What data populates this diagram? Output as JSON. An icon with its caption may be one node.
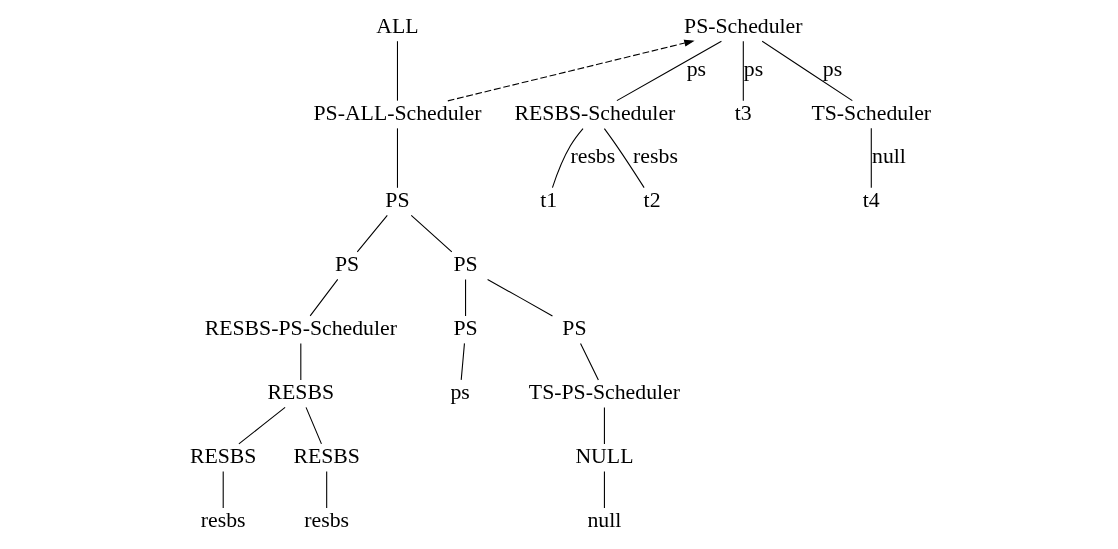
{
  "diagram": {
    "nodes": [
      {
        "text": [
          "ALL"
        ]
      },
      {
        "text": [
          "PS-ALL-Scheduler"
        ]
      },
      {
        "text": [
          "PS"
        ]
      },
      {
        "text": [
          "PS"
        ]
      },
      {
        "text": [
          "PS"
        ]
      },
      {
        "text": [
          "RESBS-PS-Scheduler"
        ]
      },
      {
        "text": [
          "PS"
        ]
      },
      {
        "text": [
          "PS"
        ]
      },
      {
        "text": [
          "RESBS"
        ]
      },
      {
        "text": [
          "ps"
        ]
      },
      {
        "text": [
          "TS-PS-Scheduler"
        ]
      },
      {
        "text": [
          "RESBS"
        ]
      },
      {
        "text": [
          "RESBS"
        ]
      },
      {
        "text": [
          "NULL"
        ]
      },
      {
        "text": [
          "resbs"
        ]
      },
      {
        "text": [
          "resbs"
        ]
      },
      {
        "text": [
          "null"
        ]
      },
      {
        "text": [
          "PS-Scheduler"
        ]
      },
      {
        "text": [
          "RESBS-Scheduler"
        ]
      },
      {
        "text": [
          "t3"
        ]
      },
      {
        "text": [
          "TS-Scheduler"
        ]
      },
      {
        "text": [
          "t1"
        ]
      },
      {
        "text": [
          "t2"
        ]
      },
      {
        "text": [
          "t4"
        ]
      }
    ],
    "edges": [
      {
        "from": 0,
        "to": 1,
        "arrow": "none"
      },
      {
        "from": 1,
        "to": 2,
        "arrow": "none"
      },
      {
        "from": 2,
        "to": 3,
        "arrow": "none"
      },
      {
        "from": 2,
        "to": 4,
        "arrow": "none"
      },
      {
        "from": 3,
        "to": 5,
        "arrow": "none"
      },
      {
        "from": 4,
        "to": 6,
        "arrow": "none"
      },
      {
        "from": 4,
        "to": 7,
        "arrow": "none"
      },
      {
        "from": 5,
        "to": 8,
        "arrow": "none"
      },
      {
        "from": 6,
        "to": 9,
        "arrow": "none"
      },
      {
        "from": 7,
        "to": 10,
        "arrow": "none"
      },
      {
        "from": 8,
        "to": 11,
        "arrow": "none"
      },
      {
        "from": 8,
        "to": 12,
        "arrow": "none"
      },
      {
        "from": 10,
        "to": 13,
        "arrow": "none"
      },
      {
        "from": 11,
        "to": 14,
        "arrow": "none"
      },
      {
        "from": 12,
        "to": 15,
        "arrow": "none"
      },
      {
        "from": 13,
        "to": 16,
        "arrow": "none"
      },
      {
        "from": 1,
        "to": 17,
        "arrow": "to",
        "style": "dashed"
      },
      {
        "from": 17,
        "to": 18,
        "arrow": "none",
        "label": "ps"
      },
      {
        "from": 17,
        "to": 19,
        "arrow": "none",
        "label": "ps"
      },
      {
        "from": 17,
        "to": 20,
        "arrow": "none",
        "label": "ps"
      },
      {
        "from": 18,
        "to": 21,
        "arrow": "none",
        "label": "resbs"
      },
      {
        "from": 18,
        "to": 22,
        "arrow": "none",
        "label": "resbs"
      },
      {
        "from": 20,
        "to": 23,
        "arrow": "none",
        "label": "null"
      }
    ]
  }
}
